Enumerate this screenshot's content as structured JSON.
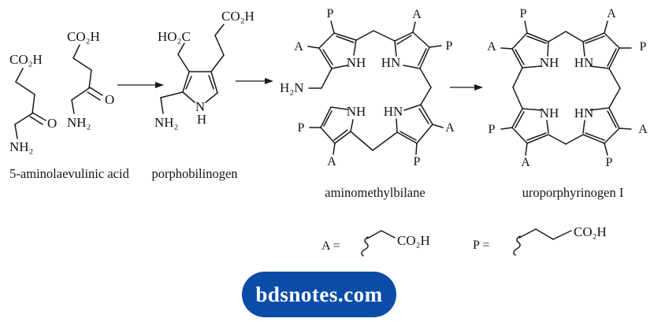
{
  "molecule_labels": {
    "co2h": "CO₂H",
    "ho2c": "HO₂C",
    "nh2": "NH₂",
    "h2n": "H₂N",
    "nh": "NH",
    "hn": "HN",
    "n": "N",
    "h": "H",
    "o": "O",
    "a": "A",
    "p": "P"
  },
  "captions": {
    "molecule1": "5-aminolaevulinic acid",
    "molecule2": "porphobilinogen",
    "molecule3": "aminomethylbilane",
    "molecule4": "uroporphyrinogen I"
  },
  "legend": {
    "a_label": "A =",
    "p_label": "P =",
    "a_formula": "CO₂H",
    "p_formula": "CO₂H"
  },
  "badge": {
    "text": "bdsnotes.com",
    "background": "#0b4da6",
    "text_color": "#ffffff"
  },
  "colors": {
    "bond": "#1a1a1a",
    "background": "#ffffff"
  }
}
